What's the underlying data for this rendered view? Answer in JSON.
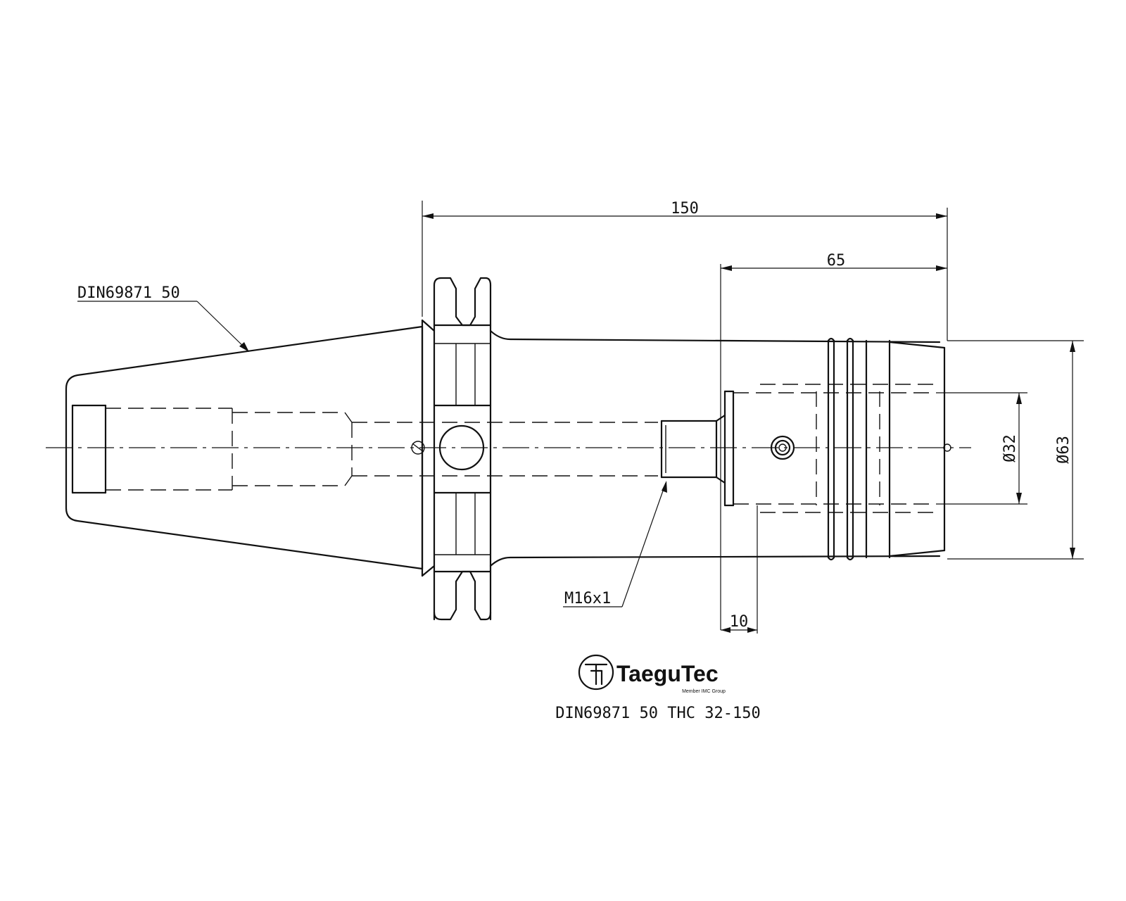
{
  "labels": {
    "taper_callout": "DIN69871 50",
    "thread_callout": "M16x1",
    "part_number": "DIN69871 50 THC 32-150"
  },
  "dimensions": {
    "overall_length": "150",
    "bore_depth": "65",
    "front_length": "10",
    "bore_diameter": "Ø32",
    "outer_diameter": "Ø63"
  },
  "logo": {
    "brand": "TaeguTec",
    "tagline": "Member IMC Group"
  }
}
